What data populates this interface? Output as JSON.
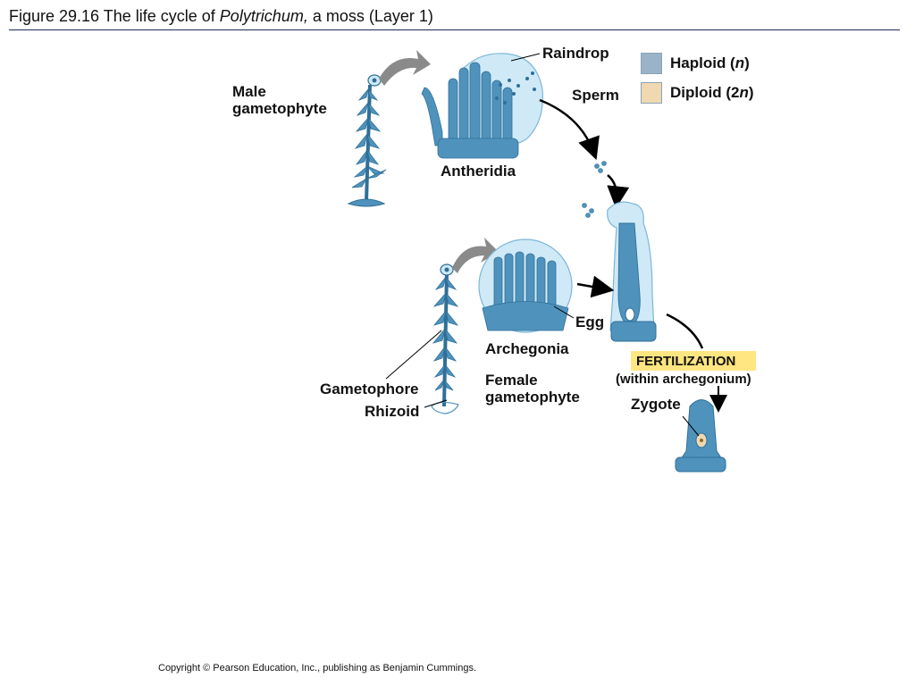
{
  "title": {
    "prefix": "Figure 29.16  The life cycle of ",
    "italic": "Polytrichum,",
    "suffix": " a moss (Layer 1)"
  },
  "legend": {
    "haploid_prefix": "Haploid (",
    "haploid_n": "n",
    "haploid_suffix": ")",
    "diploid_prefix": "Diploid (2",
    "diploid_n": "n",
    "diploid_suffix": ")",
    "haploid_color": "#9bb3c9",
    "diploid_color": "#f0d8b0"
  },
  "labels": {
    "raindrop": "Raindrop",
    "sperm": "Sperm",
    "male_gametophyte_line1": "Male",
    "male_gametophyte_line2": "gametophyte",
    "antheridia": "Antheridia",
    "egg": "Egg",
    "archegonia": "Archegonia",
    "female_gametophyte_line1": "Female",
    "female_gametophyte_line2": "gametophyte",
    "gametophore": "Gametophore",
    "rhizoid": "Rhizoid",
    "fertilization": "FERTILIZATION",
    "within_archegonium": "(within archegonium)",
    "zygote": "Zygote"
  },
  "colors": {
    "plant": "#4f93bd",
    "plant_dark": "#2f6f98",
    "drop": "#cfe9f7",
    "arrow_gray": "#8a8a8a",
    "fert_highlight": "#ffe680"
  },
  "copyright": "Copyright © Pearson Education, Inc., publishing as Benjamin Cummings."
}
